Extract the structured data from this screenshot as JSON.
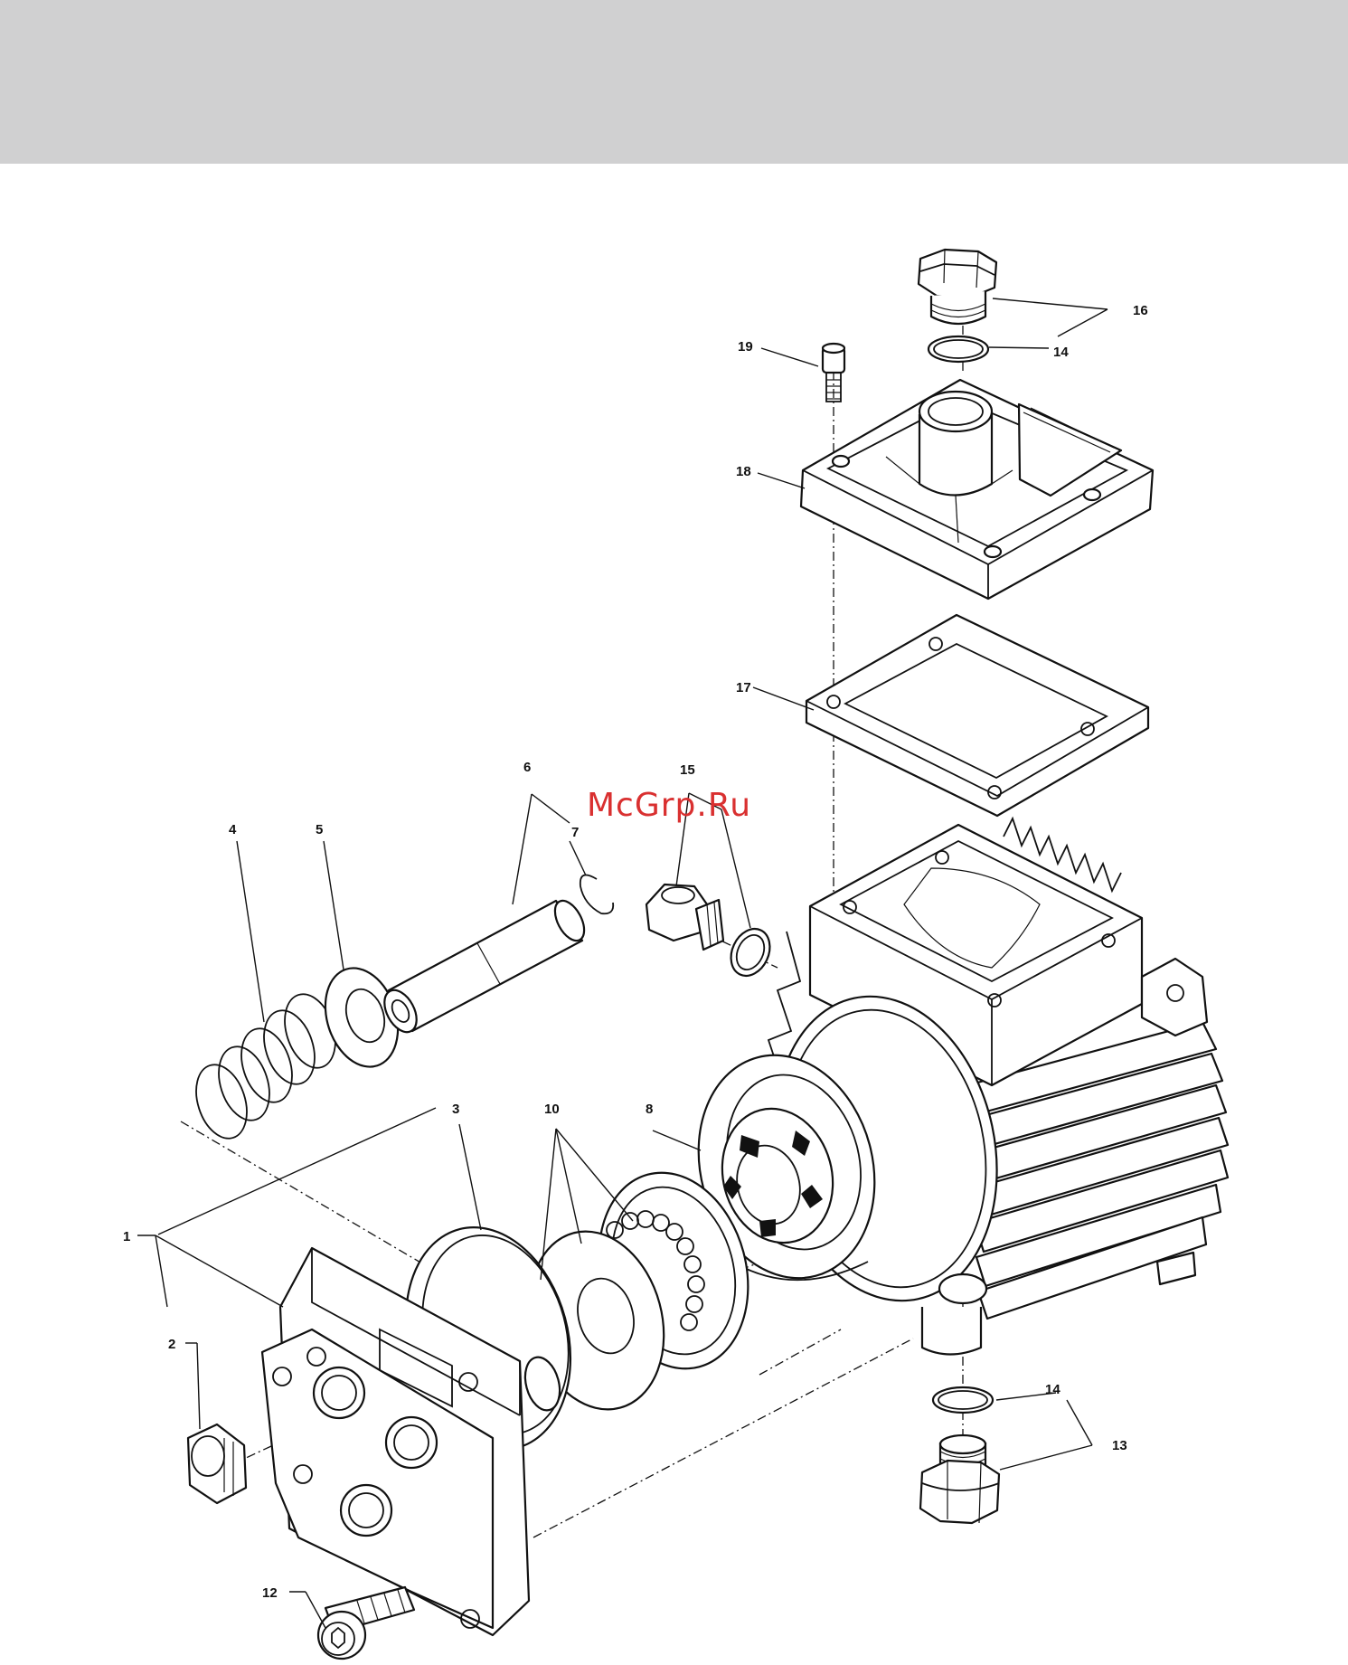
{
  "header_bar": {
    "color": "#d0d0d1"
  },
  "watermark": {
    "text": "McGrp.Ru",
    "color": "#d93030"
  },
  "callouts": {
    "c1": "1",
    "c2": "2",
    "c3": "3",
    "c4": "4",
    "c5": "5",
    "c6": "6",
    "c7": "7",
    "c8": "8",
    "c10": "10",
    "c12": "12",
    "c13": "13",
    "c14_top": "14",
    "c14_bottom": "14",
    "c15": "15",
    "c16": "16",
    "c17": "17",
    "c18": "18",
    "c19": "19"
  }
}
